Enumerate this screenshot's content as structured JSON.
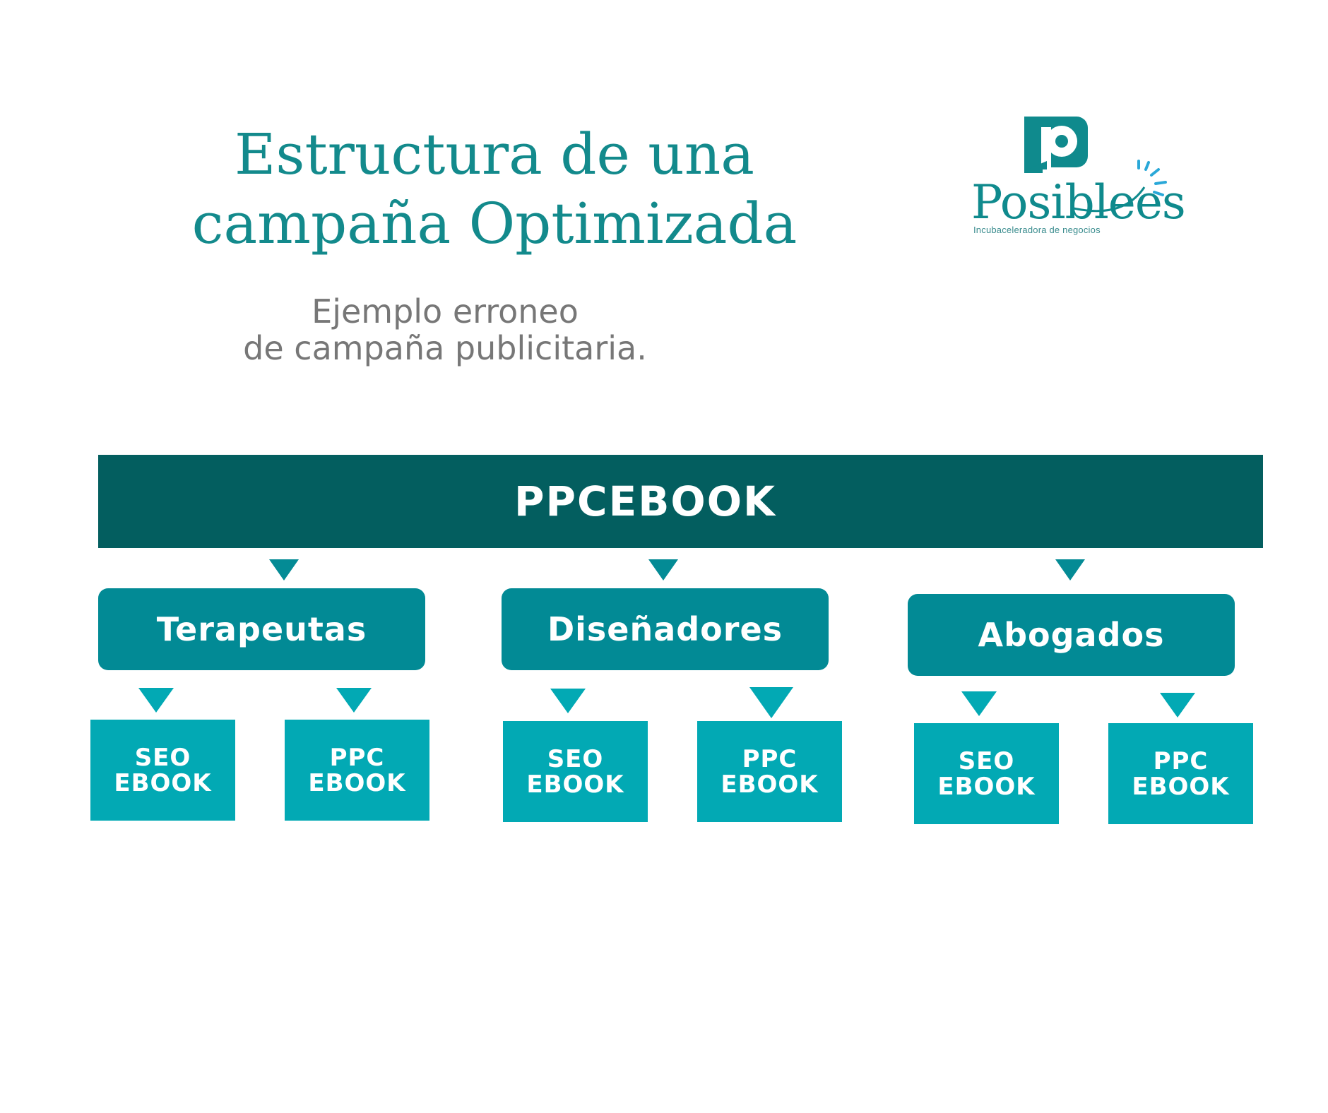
{
  "title": {
    "line1": "Estructura de una",
    "line2": "campaña Optimizada"
  },
  "subtitle": {
    "line1": "Ejemplo erroneo",
    "line2": "de campaña publicitaria."
  },
  "logo": {
    "name": "Posiblees",
    "tagline": "Incubaceleradora de negocios"
  },
  "colors": {
    "title": "#138a8c",
    "root": "#035e5f",
    "category": "#028a95",
    "leaf": "#02a9b4",
    "subtitle": "#777777"
  },
  "root": {
    "label": "PPCEBOOK"
  },
  "categories": [
    {
      "label": "Terapeutas",
      "children": [
        {
          "line1": "SEO",
          "line2": "EBOOK"
        },
        {
          "line1": "PPC",
          "line2": "EBOOK"
        }
      ]
    },
    {
      "label": "Diseñadores",
      "children": [
        {
          "line1": "SEO",
          "line2": "EBOOK"
        },
        {
          "line1": "PPC",
          "line2": "EBOOK"
        }
      ]
    },
    {
      "label": "Abogados",
      "children": [
        {
          "line1": "SEO",
          "line2": "EBOOK"
        },
        {
          "line1": "PPC",
          "line2": "EBOOK"
        }
      ]
    }
  ]
}
